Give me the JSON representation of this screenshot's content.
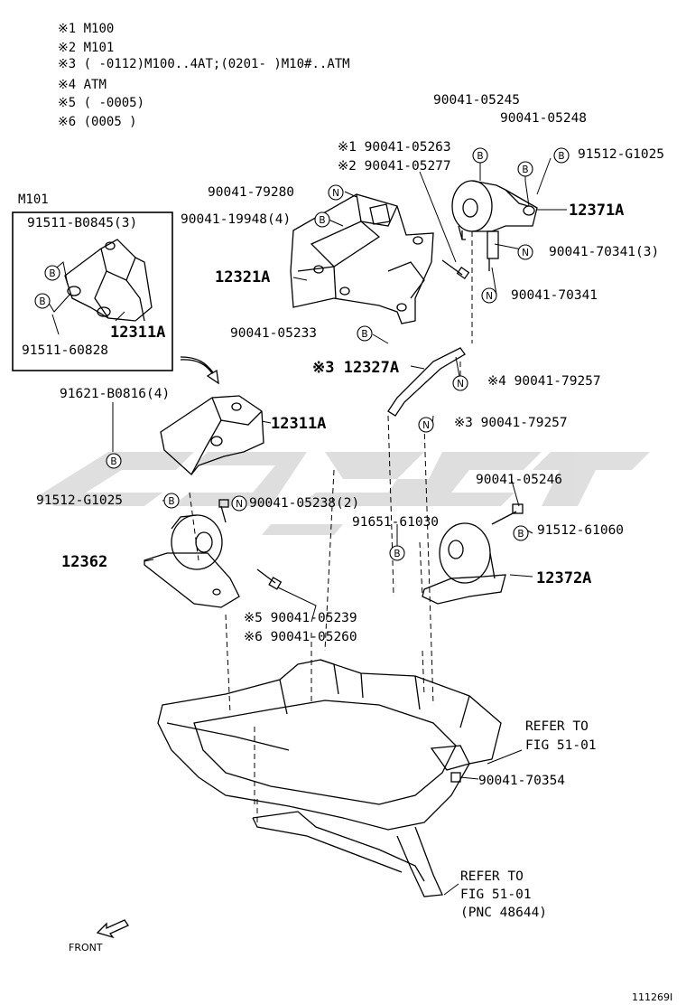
{
  "notes": [
    {
      "mark": "※1",
      "text": "M100"
    },
    {
      "mark": "※2",
      "text": "M101"
    },
    {
      "mark": "※3",
      "text": "(     -0112)M100..4AT;(0201-     )M10#..ATM"
    },
    {
      "mark": "※4",
      "text": "ATM"
    },
    {
      "mark": "※5",
      "text": "(     -0005)"
    },
    {
      "mark": "※6",
      "text": "(0005     )"
    }
  ],
  "inset": {
    "title": "M101"
  },
  "parts": [
    {
      "id": "p01",
      "text": "90041-05245"
    },
    {
      "id": "p02",
      "text": "90041-05248"
    },
    {
      "id": "p03",
      "text": "91512-G1025"
    },
    {
      "id": "p04",
      "text": "※1 90041-05263"
    },
    {
      "id": "p05",
      "text": "※2 90041-05277"
    },
    {
      "id": "p06",
      "text": "90041-79280"
    },
    {
      "id": "p07",
      "text": "90041-19948(4)"
    },
    {
      "id": "p08",
      "text": "12371A"
    },
    {
      "id": "p09",
      "text": "90041-70341(3)"
    },
    {
      "id": "p10",
      "text": "91511-B0845(3)"
    },
    {
      "id": "p11",
      "text": "12321A"
    },
    {
      "id": "p12",
      "text": "90041-70341"
    },
    {
      "id": "p13",
      "text": "12311A"
    },
    {
      "id": "p14",
      "text": "91511-60828"
    },
    {
      "id": "p15",
      "text": "90041-05233"
    },
    {
      "id": "p16",
      "text": "※3 12327A"
    },
    {
      "id": "p17",
      "text": "※4 90041-79257"
    },
    {
      "id": "p18",
      "text": "91621-B0816(4)"
    },
    {
      "id": "p19",
      "text": "12311A"
    },
    {
      "id": "p20",
      "text": "※3 90041-79257"
    },
    {
      "id": "p21",
      "text": "90041-05246"
    },
    {
      "id": "p22",
      "text": "91512-G1025"
    },
    {
      "id": "p23",
      "text": "90041-05238(2)"
    },
    {
      "id": "p24",
      "text": "91651-61030"
    },
    {
      "id": "p25",
      "text": "91512-61060"
    },
    {
      "id": "p26",
      "text": "12362"
    },
    {
      "id": "p27",
      "text": "12372A"
    },
    {
      "id": "p28",
      "text": "※5 90041-05239"
    },
    {
      "id": "p29",
      "text": "※6 90041-05260"
    },
    {
      "id": "p30",
      "text": "REFER TO"
    },
    {
      "id": "p31",
      "text": "FIG 51-01"
    },
    {
      "id": "p32",
      "text": "90041-70354"
    },
    {
      "id": "p33",
      "text": "REFER TO"
    },
    {
      "id": "p34",
      "text": "FIG 51-01"
    },
    {
      "id": "p35",
      "text": "(PNC 48644)"
    }
  ],
  "symbols": {
    "bolt": "B",
    "nut": "N"
  },
  "direction": {
    "label": "FRONT"
  },
  "figure_id": "111269I",
  "colors": {
    "ink": "#000000",
    "watermark": "#d9d9d9",
    "paper": "#ffffff"
  }
}
